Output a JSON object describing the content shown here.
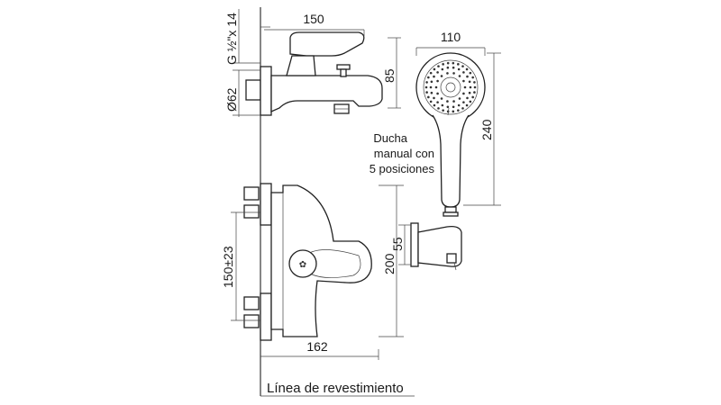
{
  "dimensions": {
    "thread": "G ½\"x 14",
    "top_width": "150",
    "spout_height": "85",
    "flange_diameter": "Ø62",
    "shower_width": "110",
    "shower_length": "240",
    "holder_height": "55",
    "inlet_spacing": "150±23",
    "front_height": "200",
    "front_width": "162"
  },
  "shower_label": [
    "Ducha",
    "manual con",
    "5 posiciones"
  ],
  "wall_line_label": "Línea de revestimiento"
}
